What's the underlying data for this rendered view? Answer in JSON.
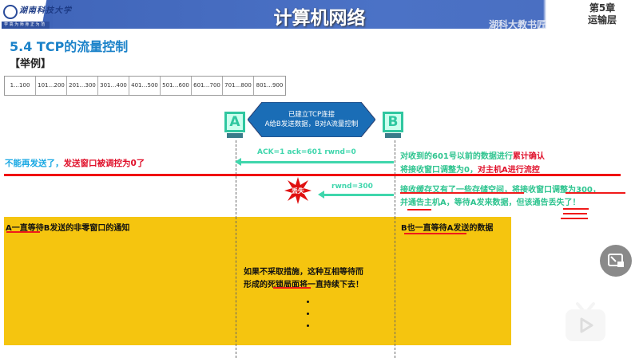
{
  "header": {
    "title": "计算机网络",
    "chapter": "第5章",
    "chapter_name": "运输层",
    "watermark": "湖科大教书匠",
    "logo_text": "湖南科技大学",
    "logo_motto": "学 高 为 师   身 正 为 范"
  },
  "section": {
    "title": "5.4 TCP的流量控制",
    "example": "【举例】"
  },
  "segments": [
    "1…100",
    "101…200",
    "201…300",
    "301…400",
    "401…500",
    "501…600",
    "601…700",
    "701…800",
    "801…900"
  ],
  "hosts": {
    "a": "A",
    "b": "B"
  },
  "banner": {
    "line1": "已建立TCP连接",
    "line2": "A给B发送数据，B对A流量控制"
  },
  "msg1": {
    "label": "ACK=1   ack=601   rwnd=0",
    "left_a": "不能再发送了，",
    "left_b": "发送窗口被调控为0了",
    "r1a": "对收到的601号以前的数据进行",
    "r1b": "累计确认",
    "r2a": "将接收窗口调整为0，",
    "r2b": "对主机A进行流控"
  },
  "msg2": {
    "label": "rwnd=300",
    "lost": "丢失",
    "r1": "接收缓存又有了一些存储空间，将接收窗口调整为300，",
    "r2": "并通告主机A，等待A发来数据，但该通告丢失了！"
  },
  "wait": {
    "a": "A一直等待B发送的非零窗口的通知",
    "b": "B也一直等待A发送的数据",
    "c1": "如果不采取措施，这种互相等待而",
    "c2": "形成的死锁局面将一直持续下去！"
  },
  "colors": {
    "header": "#4a6fc2",
    "accent": "#1b82c9",
    "ack": "#3fd6ac",
    "highlight": "#f5c50f",
    "alert": "#e0102a"
  }
}
